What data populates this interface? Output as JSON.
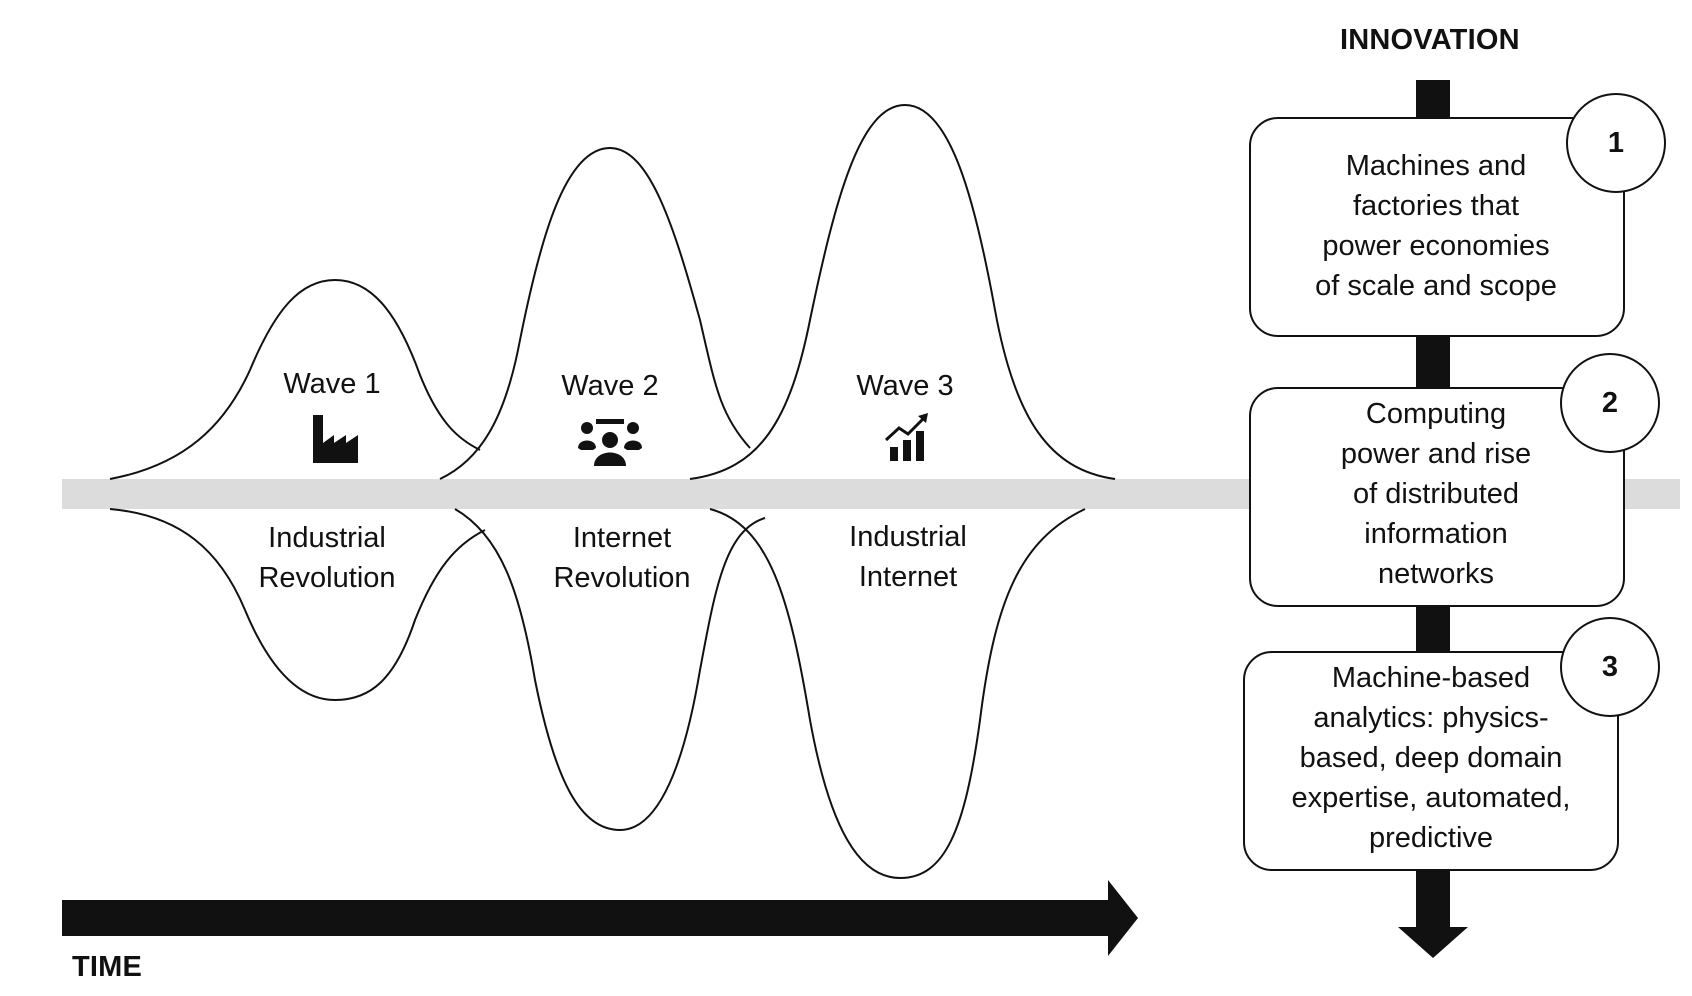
{
  "axis": {
    "innovation_label": "INNOVATION",
    "time_label": "TIME"
  },
  "waves": [
    {
      "title": "Wave 1",
      "icon": "factory-icon",
      "era_line1": "Industrial",
      "era_line2": "Revolution"
    },
    {
      "title": "Wave 2",
      "icon": "people-network-icon",
      "era_line1": "Internet",
      "era_line2": "Revolution"
    },
    {
      "title": "Wave 3",
      "icon": "growth-chart-icon",
      "era_line1": "Industrial",
      "era_line2": "Internet"
    }
  ],
  "steps": [
    {
      "number": "1",
      "lines": [
        "Machines and",
        "factories that",
        "power economies",
        "of scale and scope"
      ]
    },
    {
      "number": "2",
      "lines": [
        "Computing",
        "power and rise",
        "of distributed",
        "information",
        "networks"
      ]
    },
    {
      "number": "3",
      "lines": [
        "Machine-based",
        "analytics: physics-",
        "based, deep domain",
        "expertise, automated,",
        "predictive"
      ]
    }
  ],
  "colors": {
    "timeline_band": "#dcdcdc",
    "stroke": "#111111"
  }
}
